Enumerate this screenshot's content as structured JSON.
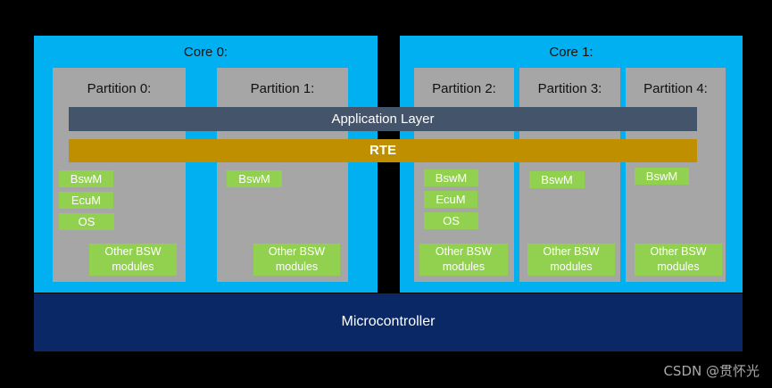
{
  "cores": [
    {
      "label": "Core 0:",
      "partitions": [
        {
          "label": "Partition 0:",
          "modules": [
            "BswM",
            "EcuM",
            "OS"
          ],
          "other_modules_label": "Other BSW modules"
        },
        {
          "label": "Partition 1:",
          "modules": [
            "BswM"
          ],
          "other_modules_label": "Other BSW modules"
        }
      ]
    },
    {
      "label": "Core 1:",
      "partitions": [
        {
          "label": "Partition 2:",
          "modules": [
            "BswM",
            "EcuM",
            "OS"
          ],
          "other_modules_label": "Other BSW modules"
        },
        {
          "label": "Partition 3:",
          "modules": [
            "BswM"
          ],
          "other_modules_label": "Other BSW modules"
        },
        {
          "label": "Partition 4:",
          "modules": [
            "BswM"
          ],
          "other_modules_label": "Other BSW modules"
        }
      ]
    }
  ],
  "layers": {
    "application_label": "Application Layer",
    "rte_label": "RTE"
  },
  "microcontroller_label": "Microcontroller",
  "watermark": "CSDN @贯怀光",
  "colors": {
    "background": "#000000",
    "core-fill": "#00B0F0",
    "partition-fill": "#A6A6A6",
    "application-layer-fill": "#44546A",
    "rte-fill": "#BF8F00",
    "module-fill": "#92D050",
    "microcontroller-fill": "#0A2766",
    "core-label-text": "#111111",
    "bar-text": "#FFFFFF",
    "watermark-text": "#A9A9A9"
  }
}
